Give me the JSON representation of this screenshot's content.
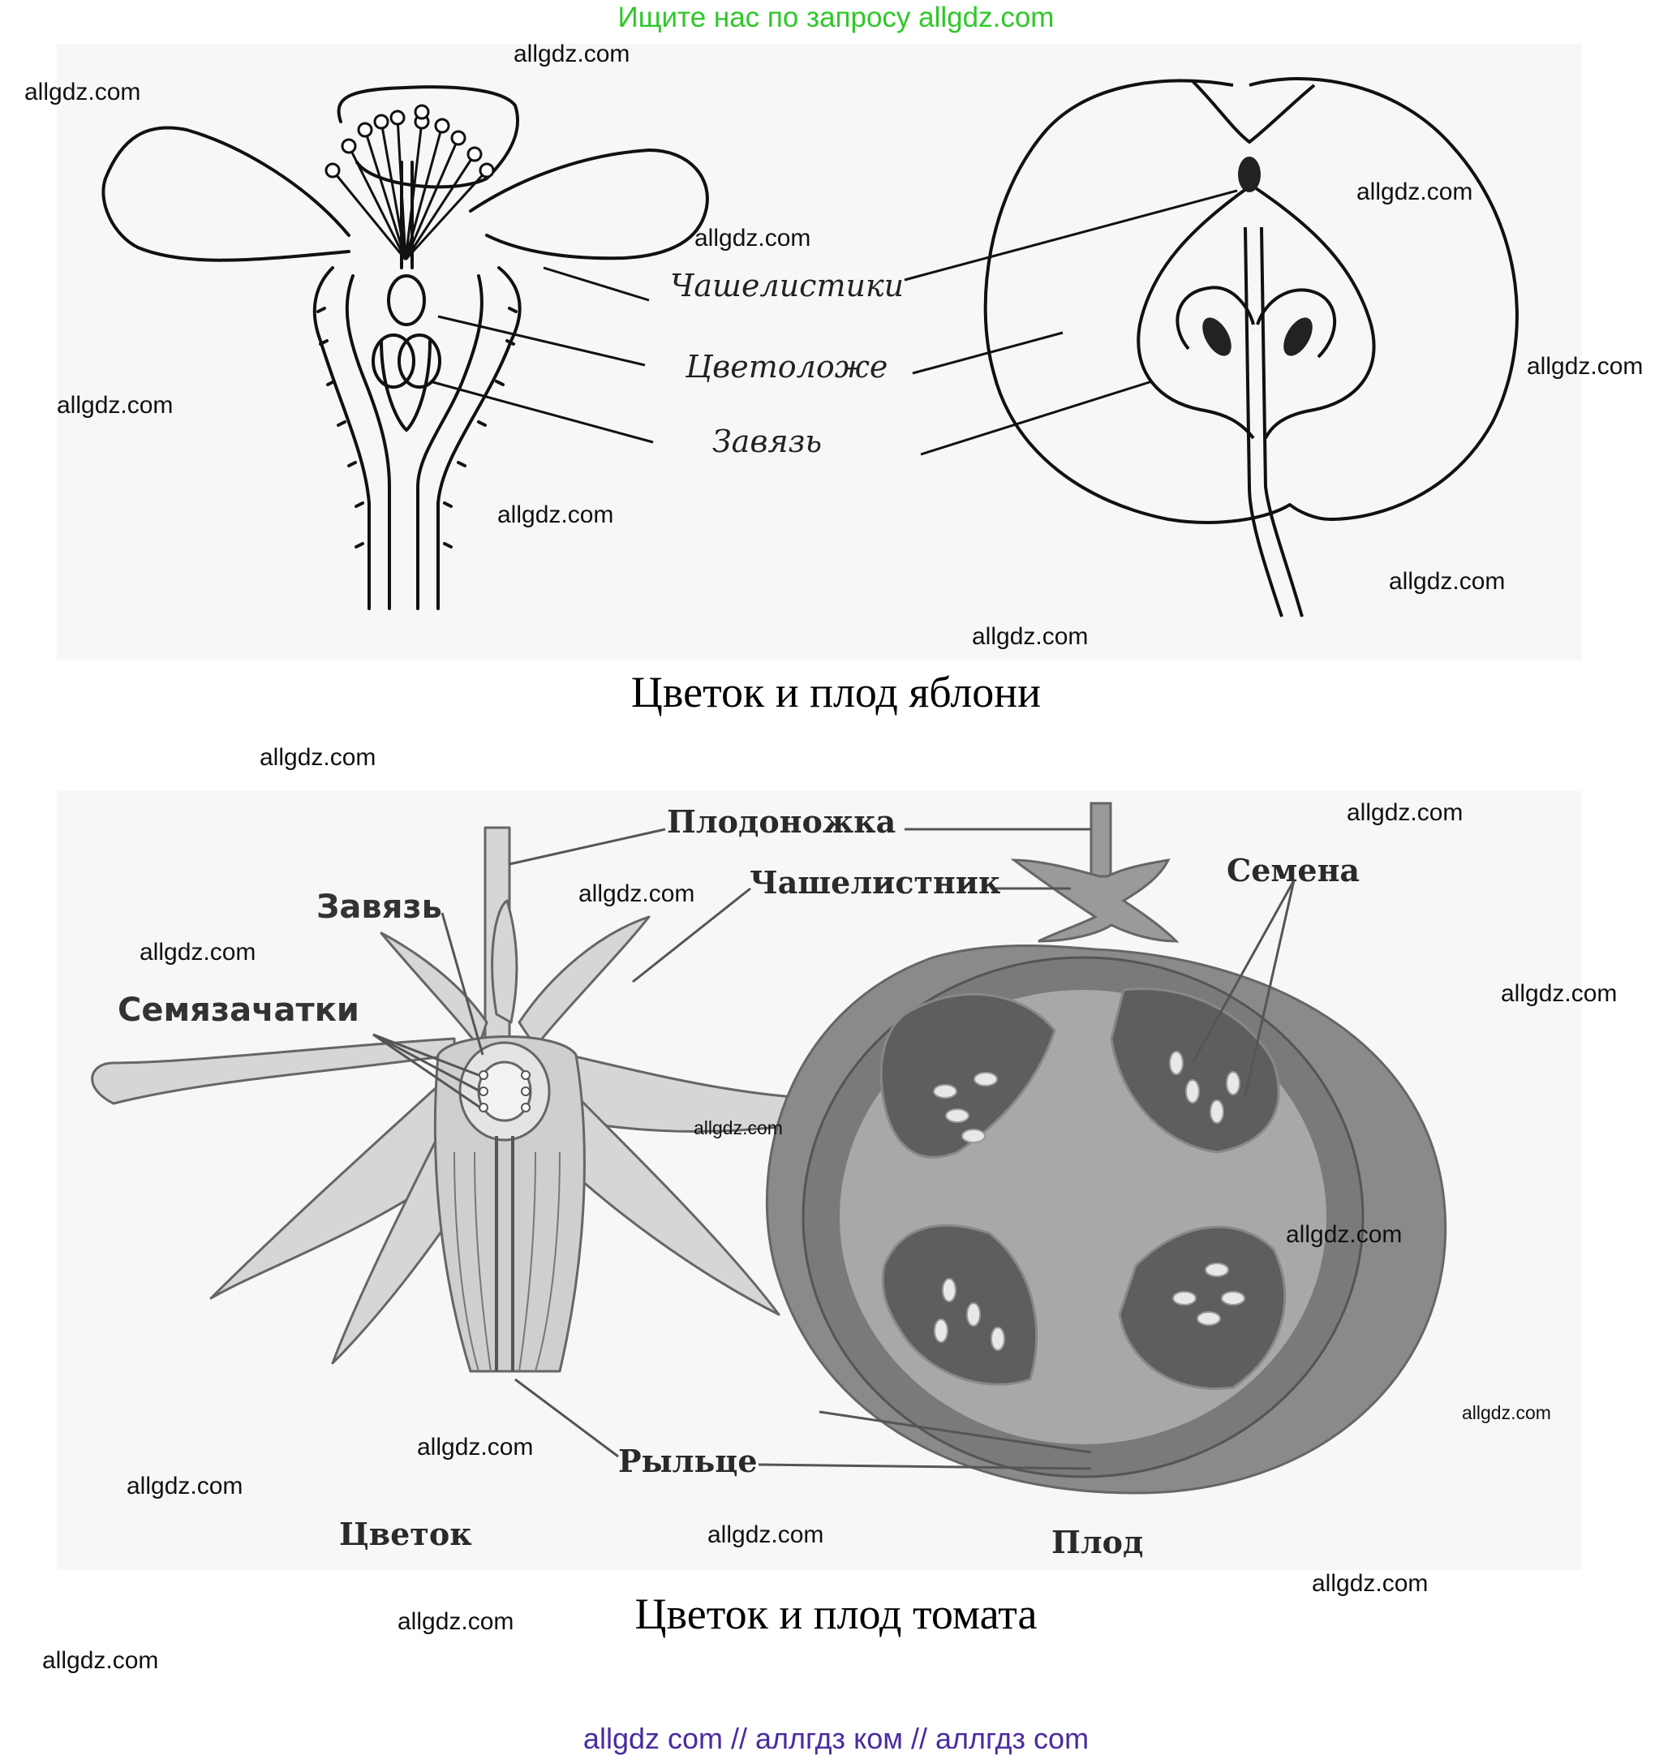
{
  "banner": {
    "top": "Ищите нас по запросу allgdz.com",
    "bottom": "allgdz com  //  аллгдз ком  //  аллгдз com"
  },
  "apple": {
    "caption": "Цветок и плод яблони",
    "labels": {
      "sepals": "Чашелистики",
      "receptacle": "Цветоложе",
      "ovary": "Завязь"
    }
  },
  "tomato": {
    "caption": "Цветок и плод томата",
    "labels": {
      "stalk": "Плодоножка",
      "sepal": "Чашелистник",
      "seeds": "Семена",
      "ovary": "Завязь",
      "ovules": "Семязачатки",
      "stigma": "Рыльце",
      "flower": "Цветок",
      "fruit": "Плод"
    }
  },
  "watermark": "allgdz.com",
  "colors": {
    "banner_top": "#2fc82a",
    "banner_bottom": "#4a2ca0"
  }
}
